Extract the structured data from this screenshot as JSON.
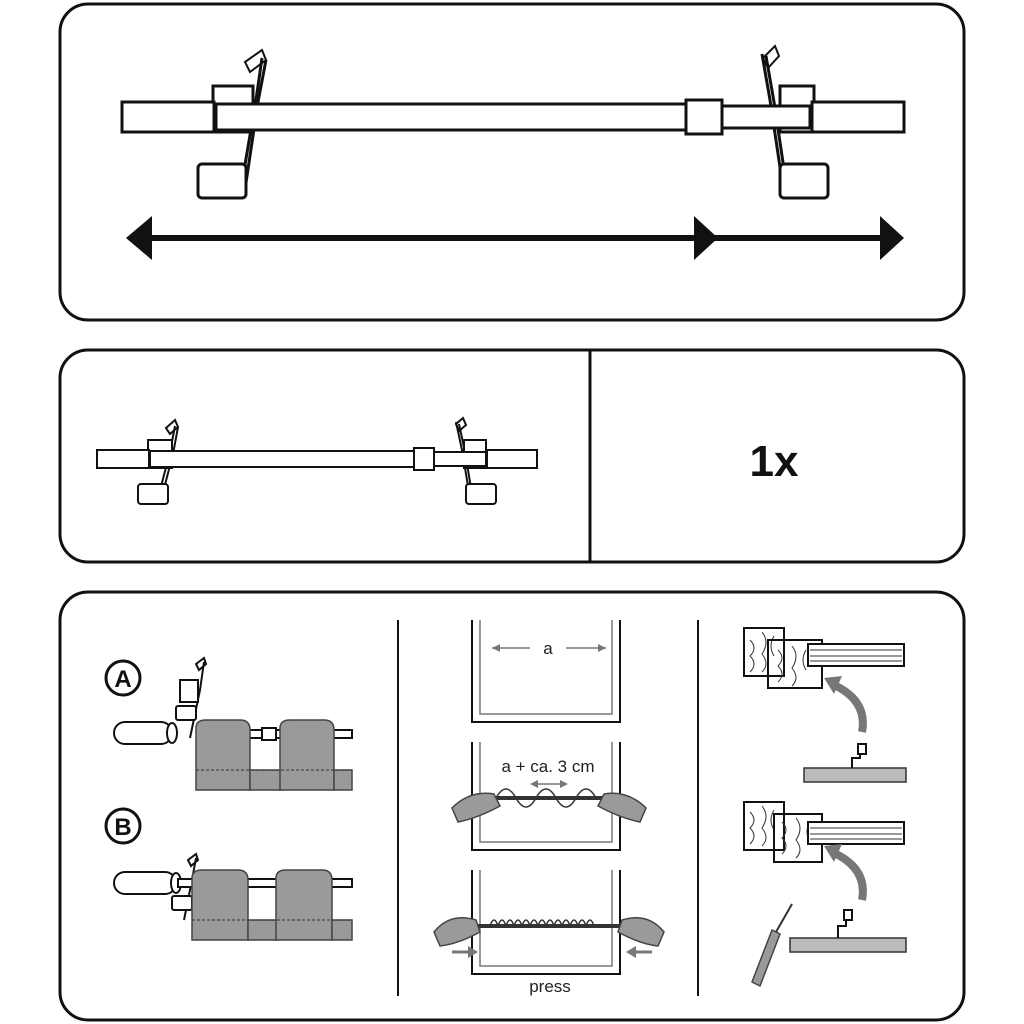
{
  "package_contents": {
    "quantity_label": "1x"
  },
  "installation": {
    "step_a_label": "A",
    "step_b_label": "B",
    "measure_width_label": "a",
    "rod_length_label": "a + ca. 3 cm",
    "press_label": "press"
  },
  "colors": {
    "ink": "#111111",
    "fabric": "#9a9a9a",
    "arrow": "#777777"
  }
}
